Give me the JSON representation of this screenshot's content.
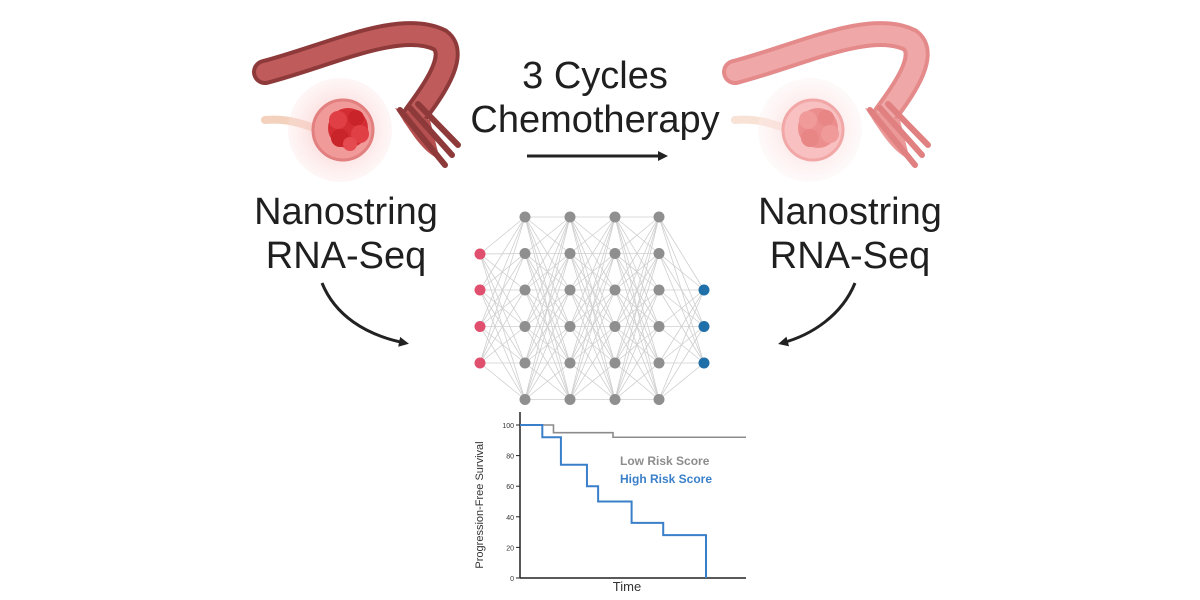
{
  "header": {
    "treatment_line1": "3 Cycles",
    "treatment_line2": "Chemotherapy"
  },
  "left_panel": {
    "assay_line1": "Nanostring",
    "assay_line2": "RNA-Seq"
  },
  "right_panel": {
    "assay_line1": "Nanostring",
    "assay_line2": "RNA-Seq"
  },
  "network": {
    "layers": [
      4,
      6,
      6,
      6,
      6,
      3
    ],
    "colors": {
      "input": "#e0506e",
      "hidden": "#8f8f8f",
      "output": "#1f6fa8",
      "edge": "#cfcfcf"
    }
  },
  "chart_data": {
    "type": "line",
    "step": true,
    "xlabel": "Time",
    "ylabel": "Progression-Free Survival",
    "ylim": [
      0,
      100
    ],
    "yticks": [
      "0",
      "20",
      "40",
      "60",
      "80",
      "100"
    ],
    "series": [
      {
        "name": "Low Risk Score",
        "color": "#8c8c8c",
        "points": [
          [
            0,
            100
          ],
          [
            18,
            100
          ],
          [
            18,
            95
          ],
          [
            50,
            95
          ],
          [
            50,
            92
          ],
          [
            100,
            92
          ]
        ]
      },
      {
        "name": "High Risk Score",
        "color": "#3a7fc9",
        "points": [
          [
            0,
            100
          ],
          [
            12,
            100
          ],
          [
            12,
            92
          ],
          [
            22,
            92
          ],
          [
            22,
            74
          ],
          [
            36,
            74
          ],
          [
            36,
            60
          ],
          [
            42,
            60
          ],
          [
            42,
            50
          ],
          [
            60,
            50
          ],
          [
            60,
            36
          ],
          [
            77,
            36
          ],
          [
            77,
            28
          ],
          [
            100,
            28
          ],
          [
            100,
            0
          ]
        ]
      }
    ]
  },
  "colors": {
    "tissue_dark": "#a94c4c",
    "tissue_light": "#e48a8a",
    "tumor": "#d9333a",
    "arrow": "#222222"
  }
}
